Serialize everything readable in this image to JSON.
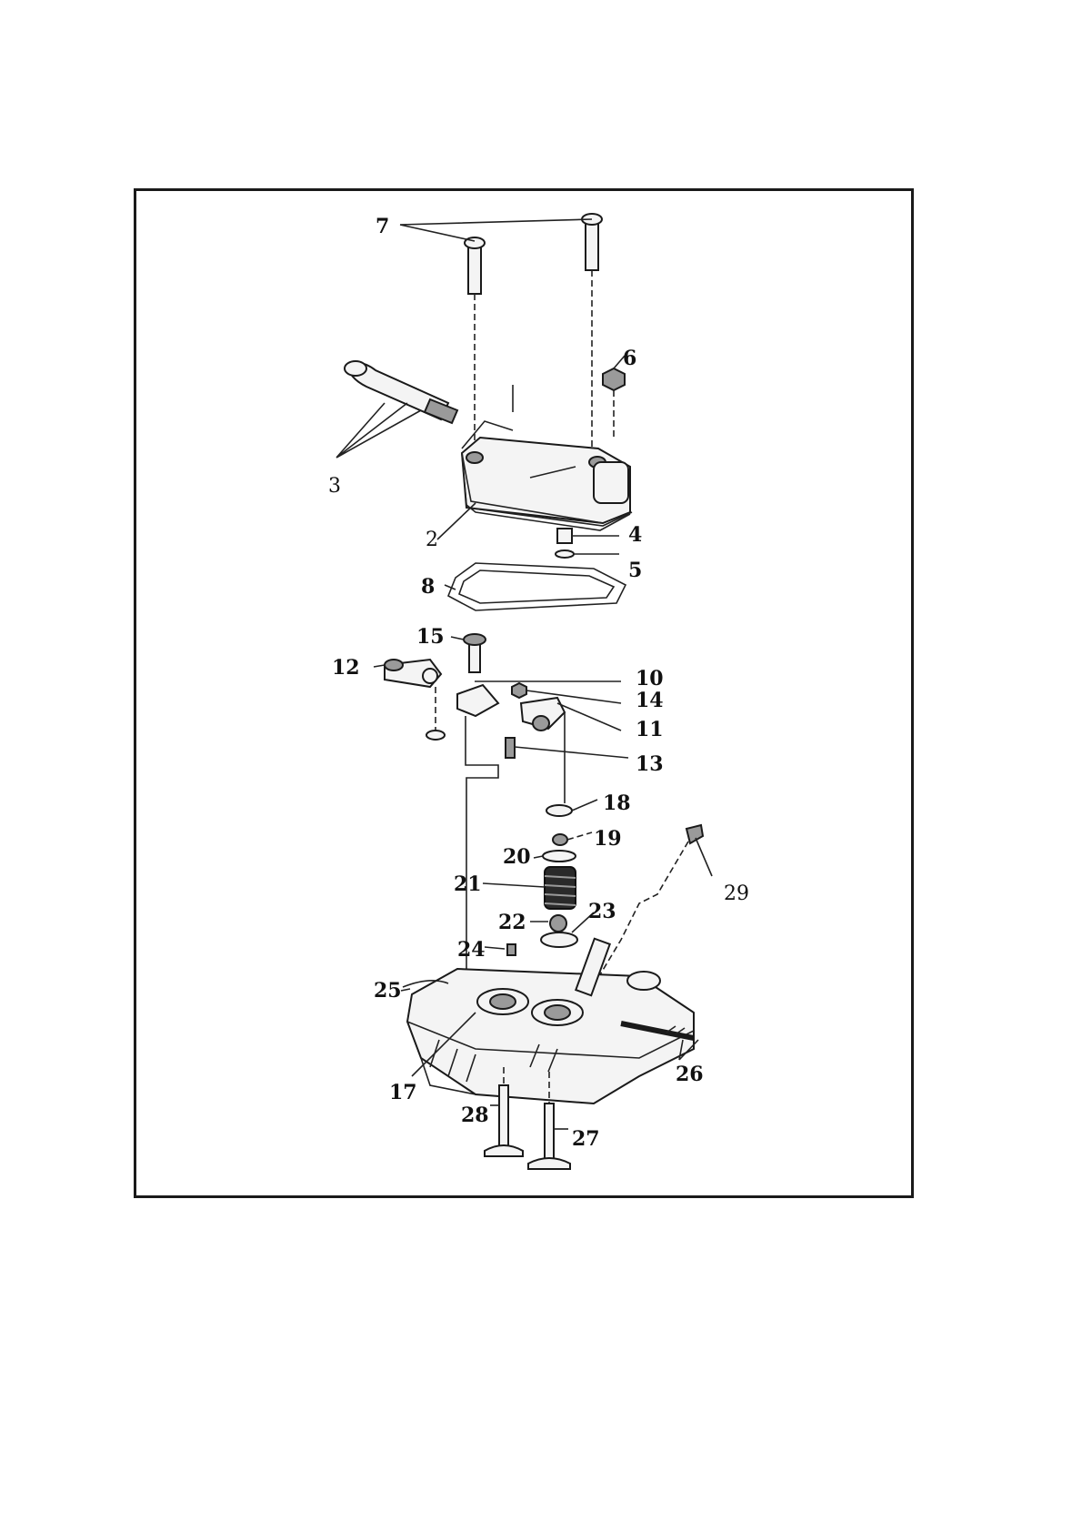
{
  "diagram": {
    "labels": {
      "p2": "2",
      "p3": "3",
      "p4": "4",
      "p5": "5",
      "p6": "6",
      "p7": "7",
      "p8": "8",
      "p10": "10",
      "p11": "11",
      "p12": "12",
      "p13": "13",
      "p14": "14",
      "p15": "15",
      "p17": "17",
      "p18": "18",
      "p19": "19",
      "p20": "20",
      "p21": "21",
      "p22": "22",
      "p23": "23",
      "p24": "24",
      "p25": "25",
      "p26": "26",
      "p27": "27",
      "p28": "28",
      "p29": "29"
    }
  }
}
